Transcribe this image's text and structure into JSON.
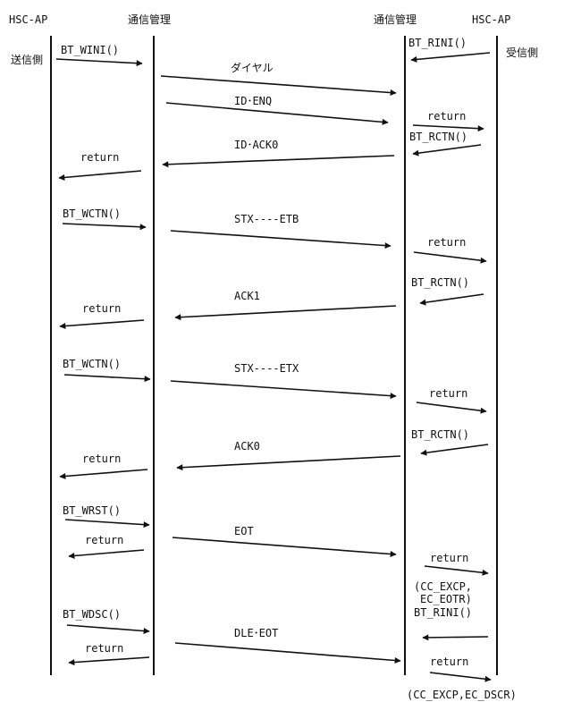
{
  "headers": {
    "left_ap": "HSC-AP",
    "left_comm": "通信管理",
    "right_comm": "通信管理",
    "right_ap": "HSC-AP"
  },
  "side_labels": {
    "sender": "送信側",
    "receiver": "受信側"
  },
  "messages": [
    {
      "id": "m1",
      "text": "BT_WINI()",
      "from": "left_ap",
      "to": "left_comm"
    },
    {
      "id": "m2",
      "text": "BT_RINI()",
      "from": "right_ap",
      "to": "right_comm"
    },
    {
      "id": "m3",
      "text": "ダイヤル",
      "from": "left_comm",
      "to": "right_comm"
    },
    {
      "id": "m4",
      "text": "ID･ENQ",
      "from": "left_comm",
      "to": "right_comm"
    },
    {
      "id": "m5",
      "text": "return",
      "from": "right_comm",
      "to": "right_ap"
    },
    {
      "id": "m6",
      "text": "BT_RCTN()",
      "from": "right_ap",
      "to": "right_comm"
    },
    {
      "id": "m7",
      "text": "ID･ACK0",
      "from": "right_comm",
      "to": "left_comm"
    },
    {
      "id": "m8",
      "text": "return",
      "from": "left_comm",
      "to": "left_ap"
    },
    {
      "id": "m9",
      "text": "BT_WCTN()",
      "from": "left_ap",
      "to": "left_comm"
    },
    {
      "id": "m10",
      "text": "STX----ETB",
      "from": "left_comm",
      "to": "right_comm"
    },
    {
      "id": "m11",
      "text": "return",
      "from": "right_comm",
      "to": "right_ap"
    },
    {
      "id": "m12",
      "text": "BT_RCTN()",
      "from": "right_ap",
      "to": "right_comm"
    },
    {
      "id": "m13",
      "text": "ACK1",
      "from": "right_comm",
      "to": "left_comm"
    },
    {
      "id": "m14",
      "text": "return",
      "from": "left_comm",
      "to": "left_ap"
    },
    {
      "id": "m15",
      "text": "BT_WCTN()",
      "from": "left_ap",
      "to": "left_comm"
    },
    {
      "id": "m16",
      "text": "STX----ETX",
      "from": "left_comm",
      "to": "right_comm"
    },
    {
      "id": "m17",
      "text": "return",
      "from": "right_comm",
      "to": "right_ap"
    },
    {
      "id": "m18",
      "text": "BT_RCTN()",
      "from": "right_ap",
      "to": "right_comm"
    },
    {
      "id": "m19",
      "text": "ACK0",
      "from": "right_comm",
      "to": "left_comm"
    },
    {
      "id": "m20",
      "text": "return",
      "from": "left_comm",
      "to": "left_ap"
    },
    {
      "id": "m21",
      "text": "BT_WRST()",
      "from": "left_ap",
      "to": "left_comm"
    },
    {
      "id": "m22",
      "text": "return",
      "from": "left_comm",
      "to": "left_ap"
    },
    {
      "id": "m23",
      "text": "EOT",
      "from": "left_comm",
      "to": "right_comm"
    },
    {
      "id": "m24",
      "text": "return",
      "from": "right_comm",
      "to": "right_ap"
    },
    {
      "id": "m25",
      "text": "BT_RINI()",
      "from": "right_ap",
      "to": "right_comm"
    },
    {
      "id": "m26",
      "text": "BT_WDSC()",
      "from": "left_ap",
      "to": "left_comm"
    },
    {
      "id": "m27",
      "text": "return",
      "from": "left_comm",
      "to": "left_ap"
    },
    {
      "id": "m28",
      "text": "DLE･EOT",
      "from": "left_comm",
      "to": "right_comm"
    },
    {
      "id": "m29",
      "text": "return",
      "from": "right_comm",
      "to": "right_ap"
    }
  ],
  "notes": [
    {
      "id": "n1",
      "lines": [
        "(CC_EXCP,",
        "EC_EOTR)"
      ]
    },
    {
      "id": "n2",
      "lines": [
        "(CC_EXCP,EC_DSCR)"
      ]
    }
  ]
}
